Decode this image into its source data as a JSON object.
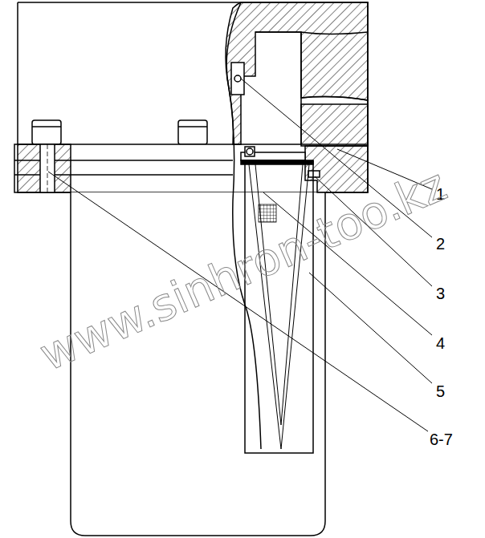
{
  "diagram": {
    "labels": [
      "1",
      "2",
      "3",
      "4",
      "5",
      "6-7",
      "www.sinhron-too.kz"
    ]
  }
}
